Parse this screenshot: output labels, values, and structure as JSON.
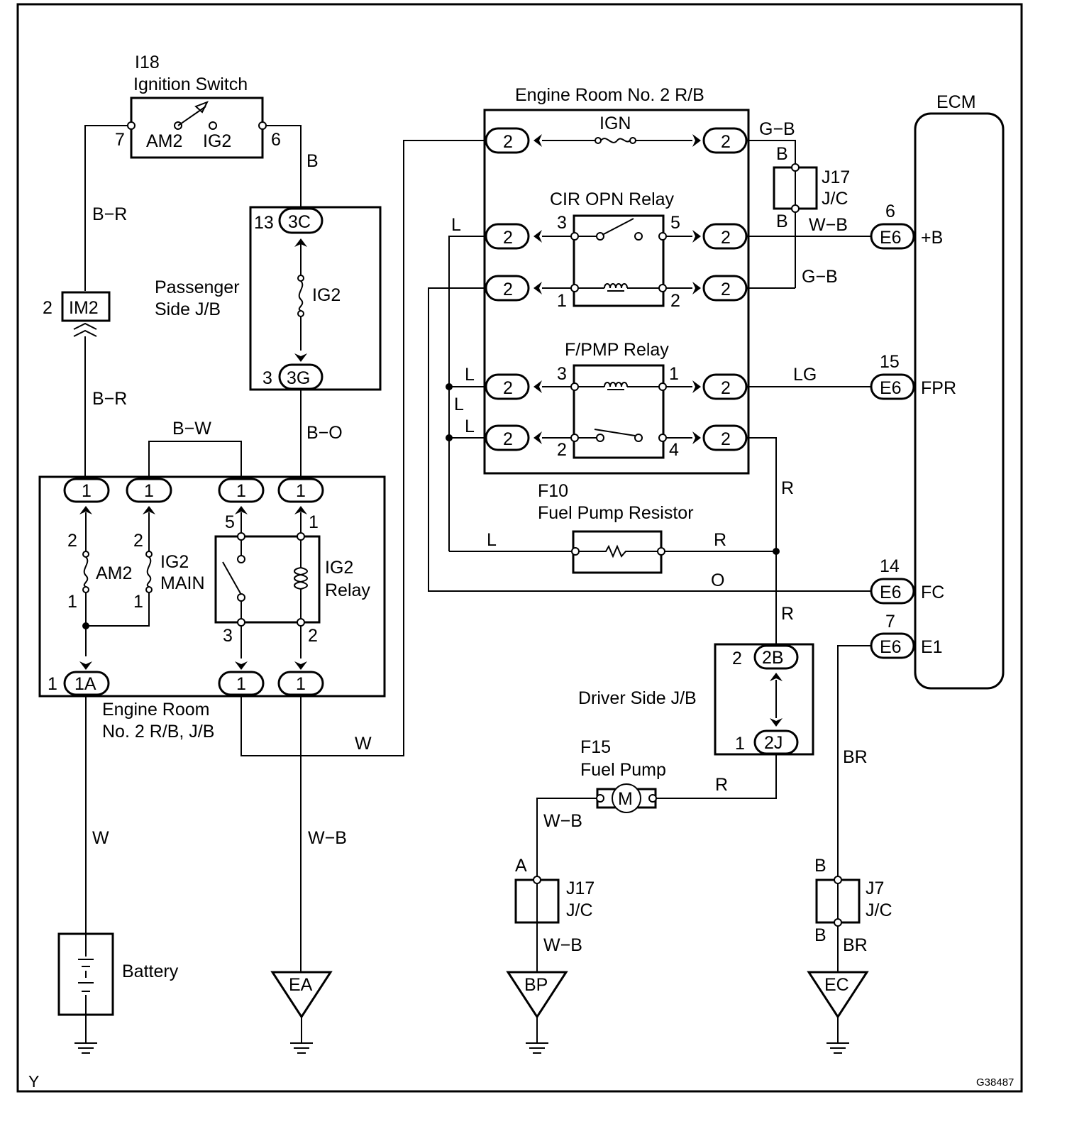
{
  "diagram": {
    "footer": {
      "left": "Y",
      "right": "G38487"
    },
    "ignition_switch": {
      "id": "I18",
      "name": "Ignition Switch",
      "pin_left": "7",
      "pin_right": "6",
      "contact_am2": "AM2",
      "contact_ig2": "IG2"
    },
    "passenger_jb": {
      "name_line1": "Passenger",
      "name_line2": "Side J/B",
      "fuse": "IG2",
      "top_pin": "13",
      "top_conn": "3C",
      "bottom_pin": "3",
      "bottom_conn": "3G"
    },
    "im2_connector": {
      "pin": "2",
      "conn": "IM2"
    },
    "engine_jb": {
      "name_line1": "Engine Room",
      "name_line2": "No. 2 R/B, J/B",
      "term": "1",
      "bottom_left_pin": "1",
      "bottom_left_conn": "1A",
      "fuse_am2": "AM2",
      "fuse_ig2_line1": "IG2",
      "fuse_ig2_line2": "MAIN",
      "relay_line1": "IG2",
      "relay_line2": "Relay",
      "fuse_pin2": "2",
      "fuse_pin1": "1",
      "relay_pin5": "5",
      "relay_pin1": "1",
      "relay_pin3": "3",
      "relay_pin2": "2"
    },
    "engine_rb": {
      "title": "Engine Room No. 2 R/B",
      "term": "2",
      "ign_fuse": "IGN",
      "cir_relay": "CIR OPN Relay",
      "fpmp_relay": "F/PMP Relay",
      "cir_pins": [
        "3",
        "5",
        "1",
        "2"
      ],
      "fpmp_pins": [
        "3",
        "1",
        "2",
        "4"
      ]
    },
    "j17_upper": {
      "name": "J17",
      "sub": "J/C",
      "pin_top": "B",
      "pin_bottom": "B"
    },
    "ecm": {
      "title": "ECM",
      "conn": "E6",
      "pins": [
        {
          "num": "6",
          "label": "+B"
        },
        {
          "num": "15",
          "label": "FPR"
        },
        {
          "num": "14",
          "label": "FC"
        },
        {
          "num": "7",
          "label": "E1"
        }
      ]
    },
    "resistor": {
      "id": "F10",
      "name": "Fuel Pump Resistor"
    },
    "driver_jb": {
      "name": "Driver Side J/B",
      "top_pin": "2",
      "top_conn": "2B",
      "bottom_pin": "1",
      "bottom_conn": "2J"
    },
    "fuel_pump": {
      "id": "F15",
      "name": "Fuel Pump",
      "symbol": "M"
    },
    "j17_lower": {
      "name": "J17",
      "sub": "J/C",
      "pin": "A"
    },
    "j7": {
      "name": "J7",
      "sub": "J/C",
      "pin_top": "B",
      "pin_bottom": "B"
    },
    "battery": {
      "name": "Battery"
    },
    "grounds": {
      "ea": "EA",
      "bp": "BP",
      "ec": "EC"
    },
    "wires": {
      "b_r": "B−R",
      "b": "B",
      "b_w": "B−W",
      "b_o": "B−O",
      "w": "W",
      "w_b": "W−B",
      "g_b": "G−B",
      "l": "L",
      "lg": "LG",
      "r": "R",
      "o": "O",
      "br": "BR"
    }
  }
}
